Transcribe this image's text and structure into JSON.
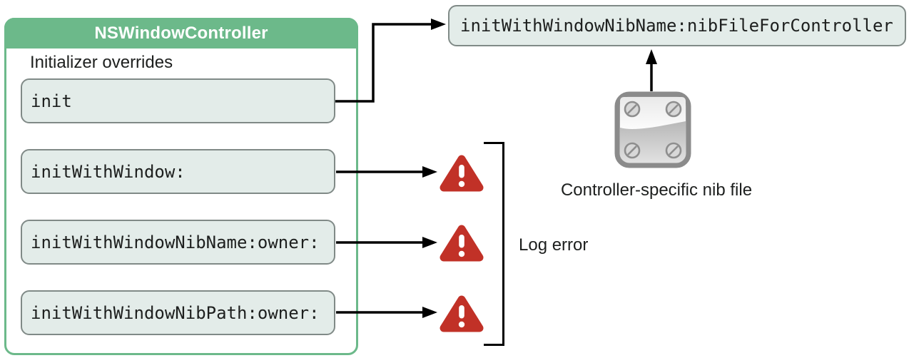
{
  "colors": {
    "green": "#6cb98a",
    "box_fill": "#e3ece9",
    "box_border": "#808a87",
    "warning_red": "#c13127",
    "text": "#1d1f1e",
    "line": "#000000"
  },
  "panel": {
    "title": "NSWindowController",
    "section_label": "Initializer overrides",
    "methods": [
      "init",
      "initWithWindow:",
      "initWithWindowNibName:owner:",
      "initWithWindowNibPath:owner:"
    ]
  },
  "designated_box": {
    "label": "initWithWindowNibName:nibFileForController"
  },
  "annotations": {
    "log_error": "Log error",
    "nib_file_caption": "Controller-specific nib file"
  },
  "icons": {
    "warning": "warning-triangle-icon",
    "nib_file": "nib-file-icon"
  }
}
